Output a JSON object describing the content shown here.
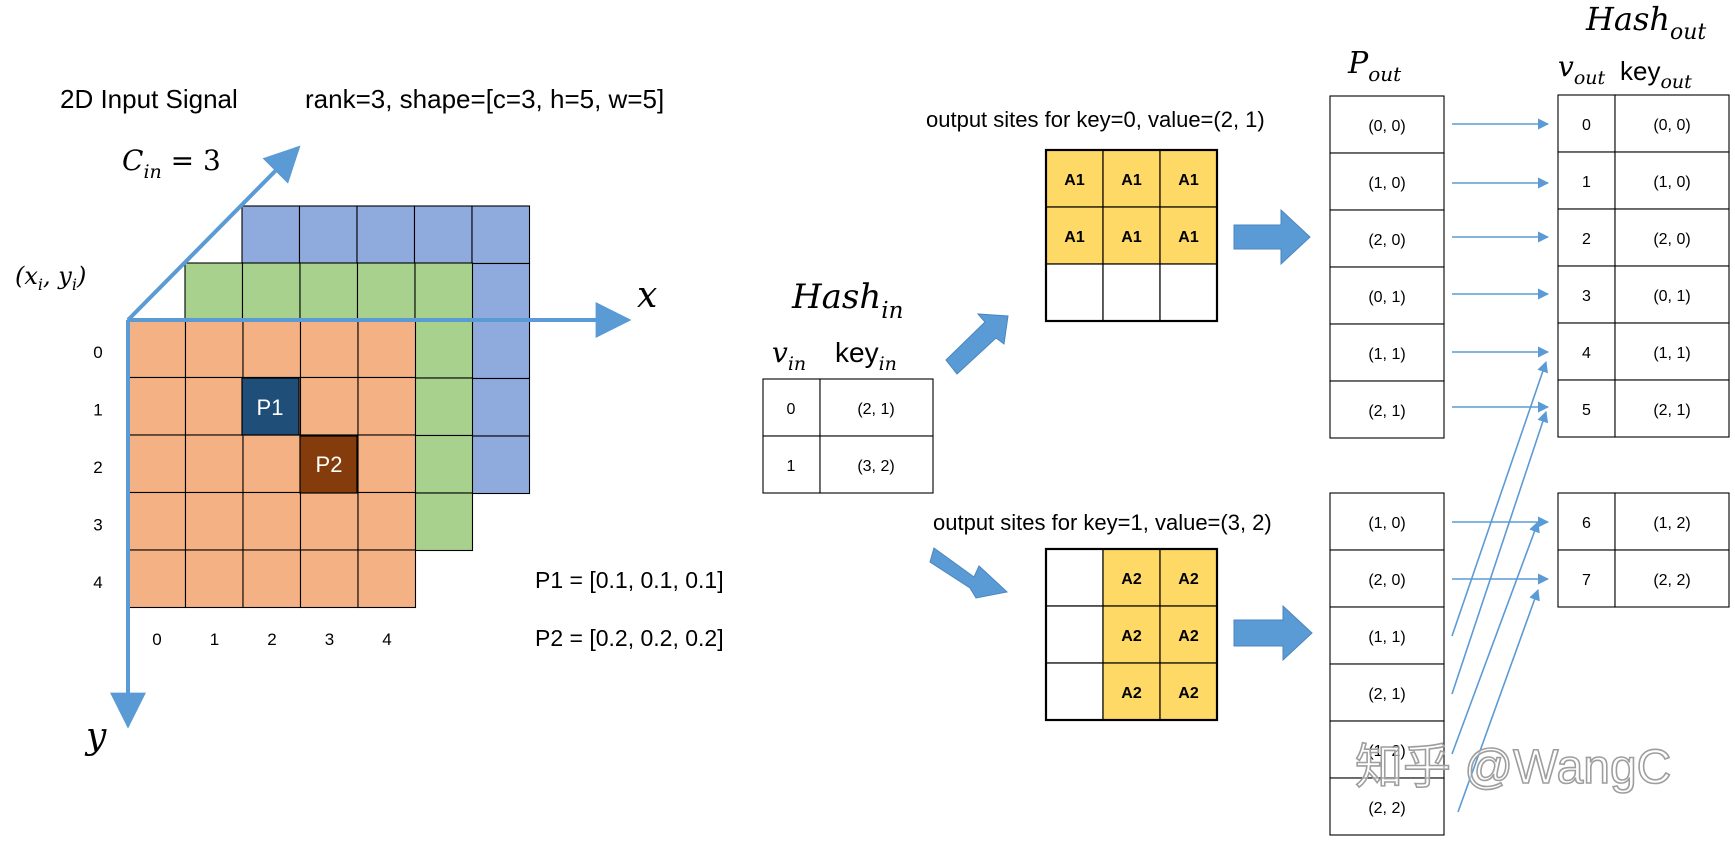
{
  "left": {
    "title": "2D Input Signal",
    "meta": "rank=3, shape=[c=3, h=5, w=5]",
    "cin_label": {
      "base": "C",
      "sub": "in",
      "rest": " = 3"
    },
    "coord_label": {
      "text": "(x",
      "sub_i": "i",
      "comma": ", y",
      "sub_i2": "i",
      "close": ")"
    },
    "x_axis": "x",
    "y_axis": "y",
    "row_labels": [
      "0",
      "1",
      "2",
      "3",
      "4"
    ],
    "col_labels": [
      "0",
      "1",
      "2",
      "3",
      "4"
    ],
    "p1_label": "P1",
    "p2_label": "P2",
    "p1_value": "P1 = [0.1, 0.1, 0.1]",
    "p2_value": "P2 = [0.2, 0.2, 0.2]",
    "colors": {
      "blue": "#8faadc",
      "green": "#a9d18e",
      "orange": "#f4b183",
      "p1": "#1f4e79",
      "p2": "#843c0c",
      "axis": "#5b9bd5"
    }
  },
  "hash_in": {
    "title_base": "Hash",
    "title_sub": "in",
    "col1_base": "v",
    "col1_sub": "in",
    "col2_base": "key",
    "col2_sub": "in",
    "rows": [
      {
        "v": "0",
        "key": "(2, 1)"
      },
      {
        "v": "1",
        "key": "(3, 2)"
      }
    ]
  },
  "groups": [
    {
      "caption": "output sites for key=0, value=(2, 1)",
      "kernel": [
        [
          "A1",
          "A1",
          "A1"
        ],
        [
          "A1",
          "A1",
          "A1"
        ],
        [
          "",
          "",
          ""
        ]
      ]
    },
    {
      "caption": "output sites for key=1, value=(3, 2)",
      "kernel": [
        [
          "",
          "A2",
          "A2"
        ],
        [
          "",
          "A2",
          "A2"
        ],
        [
          "",
          "A2",
          "A2"
        ]
      ]
    }
  ],
  "p_out": {
    "title_base": "P",
    "title_sub": "out",
    "group1": [
      "(0, 0)",
      "(1, 0)",
      "(2, 0)",
      "(0, 1)",
      "(1, 1)",
      "(2, 1)"
    ],
    "group2": [
      "(1, 0)",
      "(2, 0)",
      "(1, 1)",
      "(2, 1)",
      "(1, 2)",
      "(2, 2)"
    ]
  },
  "hash_out": {
    "title_base": "Hash",
    "title_sub": "out",
    "col1_base": "v",
    "col1_sub": "out",
    "col2_base": "key",
    "col2_sub": "out",
    "group1": [
      {
        "v": "0",
        "key": "(0, 0)"
      },
      {
        "v": "1",
        "key": "(1, 0)"
      },
      {
        "v": "2",
        "key": "(2, 0)"
      },
      {
        "v": "3",
        "key": "(0, 1)"
      },
      {
        "v": "4",
        "key": "(1, 1)"
      },
      {
        "v": "5",
        "key": "(2, 1)"
      }
    ],
    "group2": [
      {
        "v": "6",
        "key": "(1, 2)"
      },
      {
        "v": "7",
        "key": "(2, 2)"
      }
    ]
  },
  "watermark": "知乎 @WangC",
  "palette": {
    "kernel_fill": "#ffd966",
    "arrow": "#5b9bd5"
  }
}
